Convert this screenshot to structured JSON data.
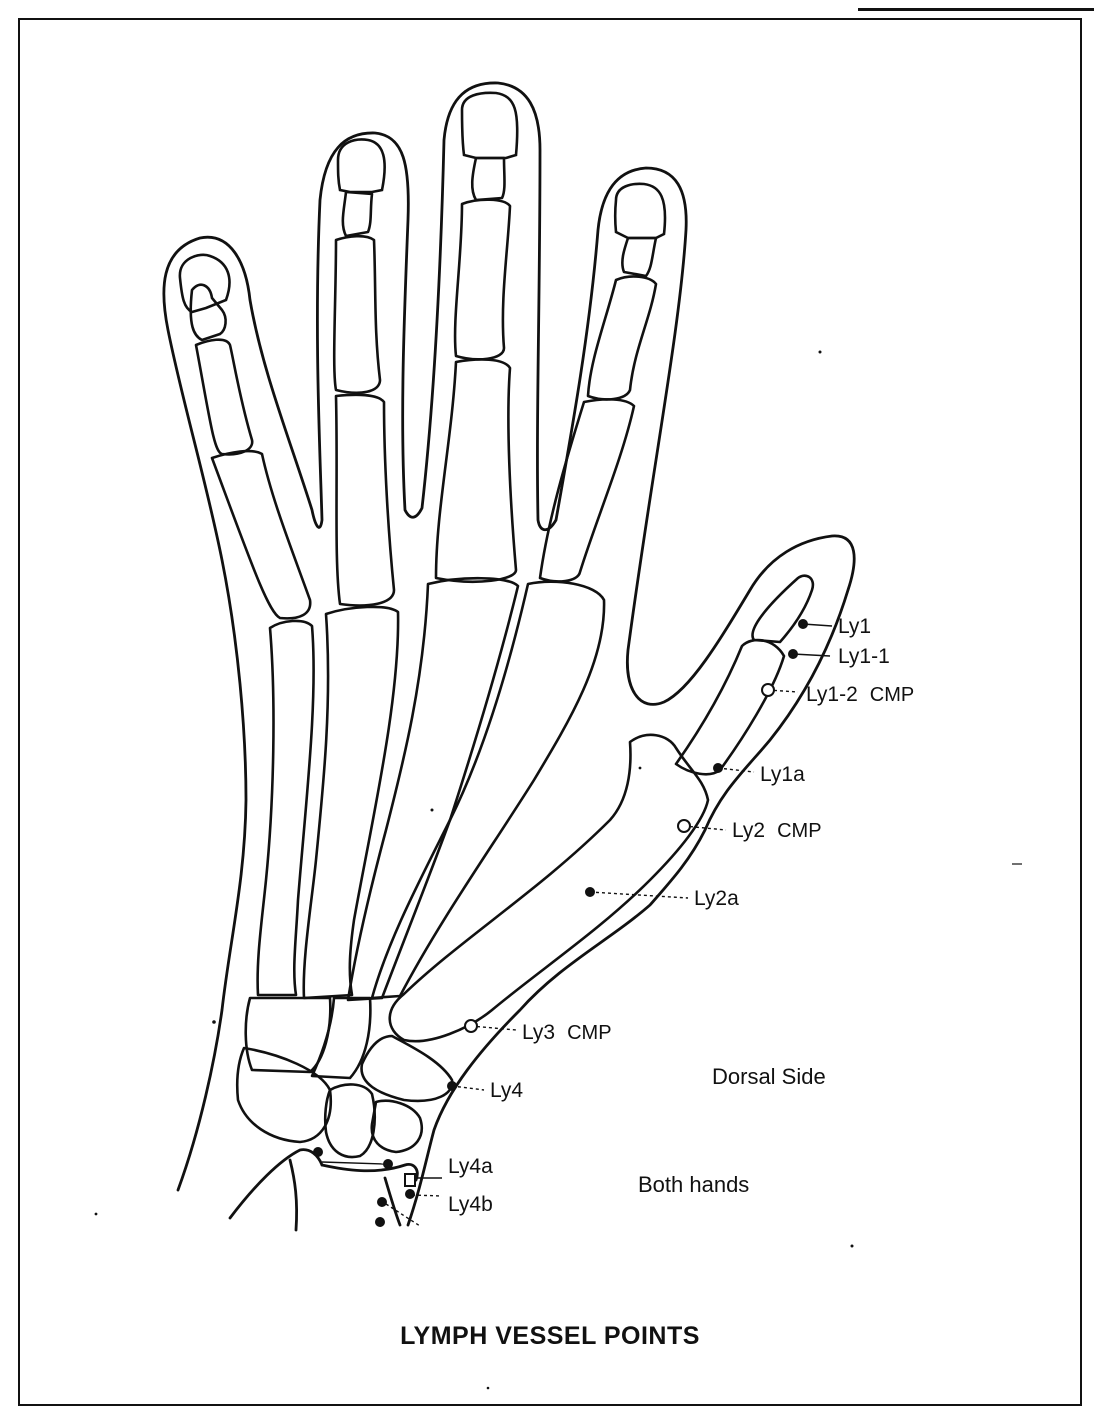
{
  "title": "LYMPH VESSEL POINTS",
  "notes": {
    "side": "Dorsal Side",
    "hands": "Both hands"
  },
  "points": [
    {
      "id": "ly1",
      "label": "Ly1",
      "tag": "",
      "marker": "filled"
    },
    {
      "id": "ly1-1",
      "label": "Ly1-1",
      "tag": "",
      "marker": "filled"
    },
    {
      "id": "ly1-2",
      "label": "Ly1-2",
      "tag": "CMP",
      "marker": "open"
    },
    {
      "id": "ly1a",
      "label": "Ly1a",
      "tag": "",
      "marker": "filled"
    },
    {
      "id": "ly2",
      "label": "Ly2",
      "tag": "CMP",
      "marker": "open"
    },
    {
      "id": "ly2a",
      "label": "Ly2a",
      "tag": "",
      "marker": "filled"
    },
    {
      "id": "ly3",
      "label": "Ly3",
      "tag": "CMP",
      "marker": "open"
    },
    {
      "id": "ly4",
      "label": "Ly4",
      "tag": "",
      "marker": "filled"
    },
    {
      "id": "ly4a",
      "label": "Ly4a",
      "tag": "",
      "marker": "filled"
    },
    {
      "id": "ly4b",
      "label": "Ly4b",
      "tag": "",
      "marker": "filled"
    }
  ],
  "colors": {
    "ink": "#111111",
    "paper": "#ffffff"
  }
}
